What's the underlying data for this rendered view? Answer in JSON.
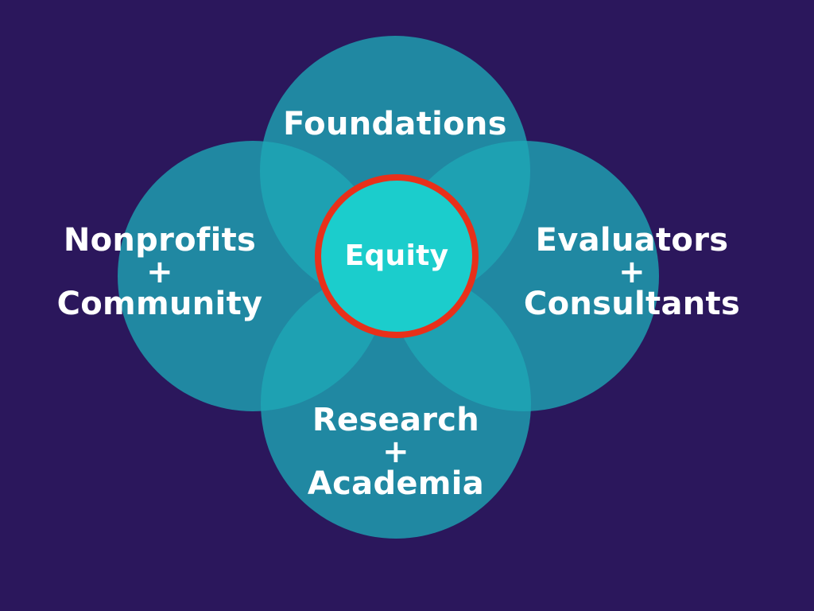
{
  "colors": {
    "background": "#2b175c",
    "petal": "#1ea8b6",
    "center_fill": "#1bcdcc",
    "center_ring": "#e8301a",
    "text": "#ffffff"
  },
  "diagram": {
    "center": "Equity",
    "top": {
      "lines": [
        "Foundations"
      ]
    },
    "left": {
      "lines": [
        "Nonprofits",
        "+",
        "Community"
      ]
    },
    "right": {
      "lines": [
        "Evaluators",
        "+",
        "Consultants"
      ]
    },
    "bottom": {
      "lines": [
        "Research",
        "+",
        "Academia"
      ]
    }
  }
}
